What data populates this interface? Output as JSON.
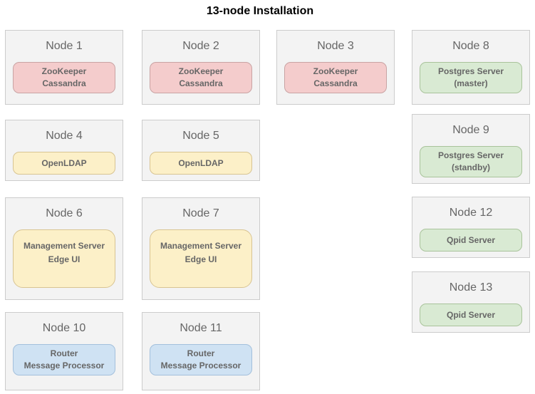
{
  "page": {
    "title": "13-node Installation",
    "background": "#ffffff"
  },
  "palette": {
    "node": {
      "bg": "#f3f3f3",
      "border": "#cccccc",
      "title_color": "#666666",
      "text_color": "#666666"
    },
    "red": {
      "bg": "#f4cccc",
      "border": "#c9a3a3"
    },
    "yellow": {
      "bg": "#fcf0c8",
      "border": "#d8c492"
    },
    "green": {
      "bg": "#d9ead3",
      "border": "#a9c39b"
    },
    "blue": {
      "bg": "#cfe2f3",
      "border": "#a3c0dc"
    }
  },
  "nodes": [
    {
      "title": "Node 1",
      "color": "red",
      "components": [
        "ZooKeeper",
        "Cassandra"
      ]
    },
    {
      "title": "Node 2",
      "color": "red",
      "components": [
        "ZooKeeper",
        "Cassandra"
      ]
    },
    {
      "title": "Node 3",
      "color": "red",
      "components": [
        "ZooKeeper",
        "Cassandra"
      ]
    },
    {
      "title": "Node 4",
      "color": "yellow",
      "components": [
        "OpenLDAP"
      ]
    },
    {
      "title": "Node 5",
      "color": "yellow",
      "components": [
        "OpenLDAP"
      ]
    },
    {
      "title": "Node 6",
      "color": "yellow",
      "components": [
        "Management Server",
        "Edge UI"
      ]
    },
    {
      "title": "Node 7",
      "color": "yellow",
      "components": [
        "Management Server",
        "Edge UI"
      ]
    },
    {
      "title": "Node 8",
      "color": "green",
      "components": [
        "Postgres Server",
        "(master)"
      ]
    },
    {
      "title": "Node 9",
      "color": "green",
      "components": [
        "Postgres Server",
        "(standby)"
      ]
    },
    {
      "title": "Node 10",
      "color": "blue",
      "components": [
        "Router",
        "Message Processor"
      ]
    },
    {
      "title": "Node 11",
      "color": "blue",
      "components": [
        "Router",
        "Message Processor"
      ]
    },
    {
      "title": "Node 12",
      "color": "green",
      "components": [
        "Qpid Server"
      ]
    },
    {
      "title": "Node 13",
      "color": "green",
      "components": [
        "Qpid Server"
      ]
    }
  ]
}
